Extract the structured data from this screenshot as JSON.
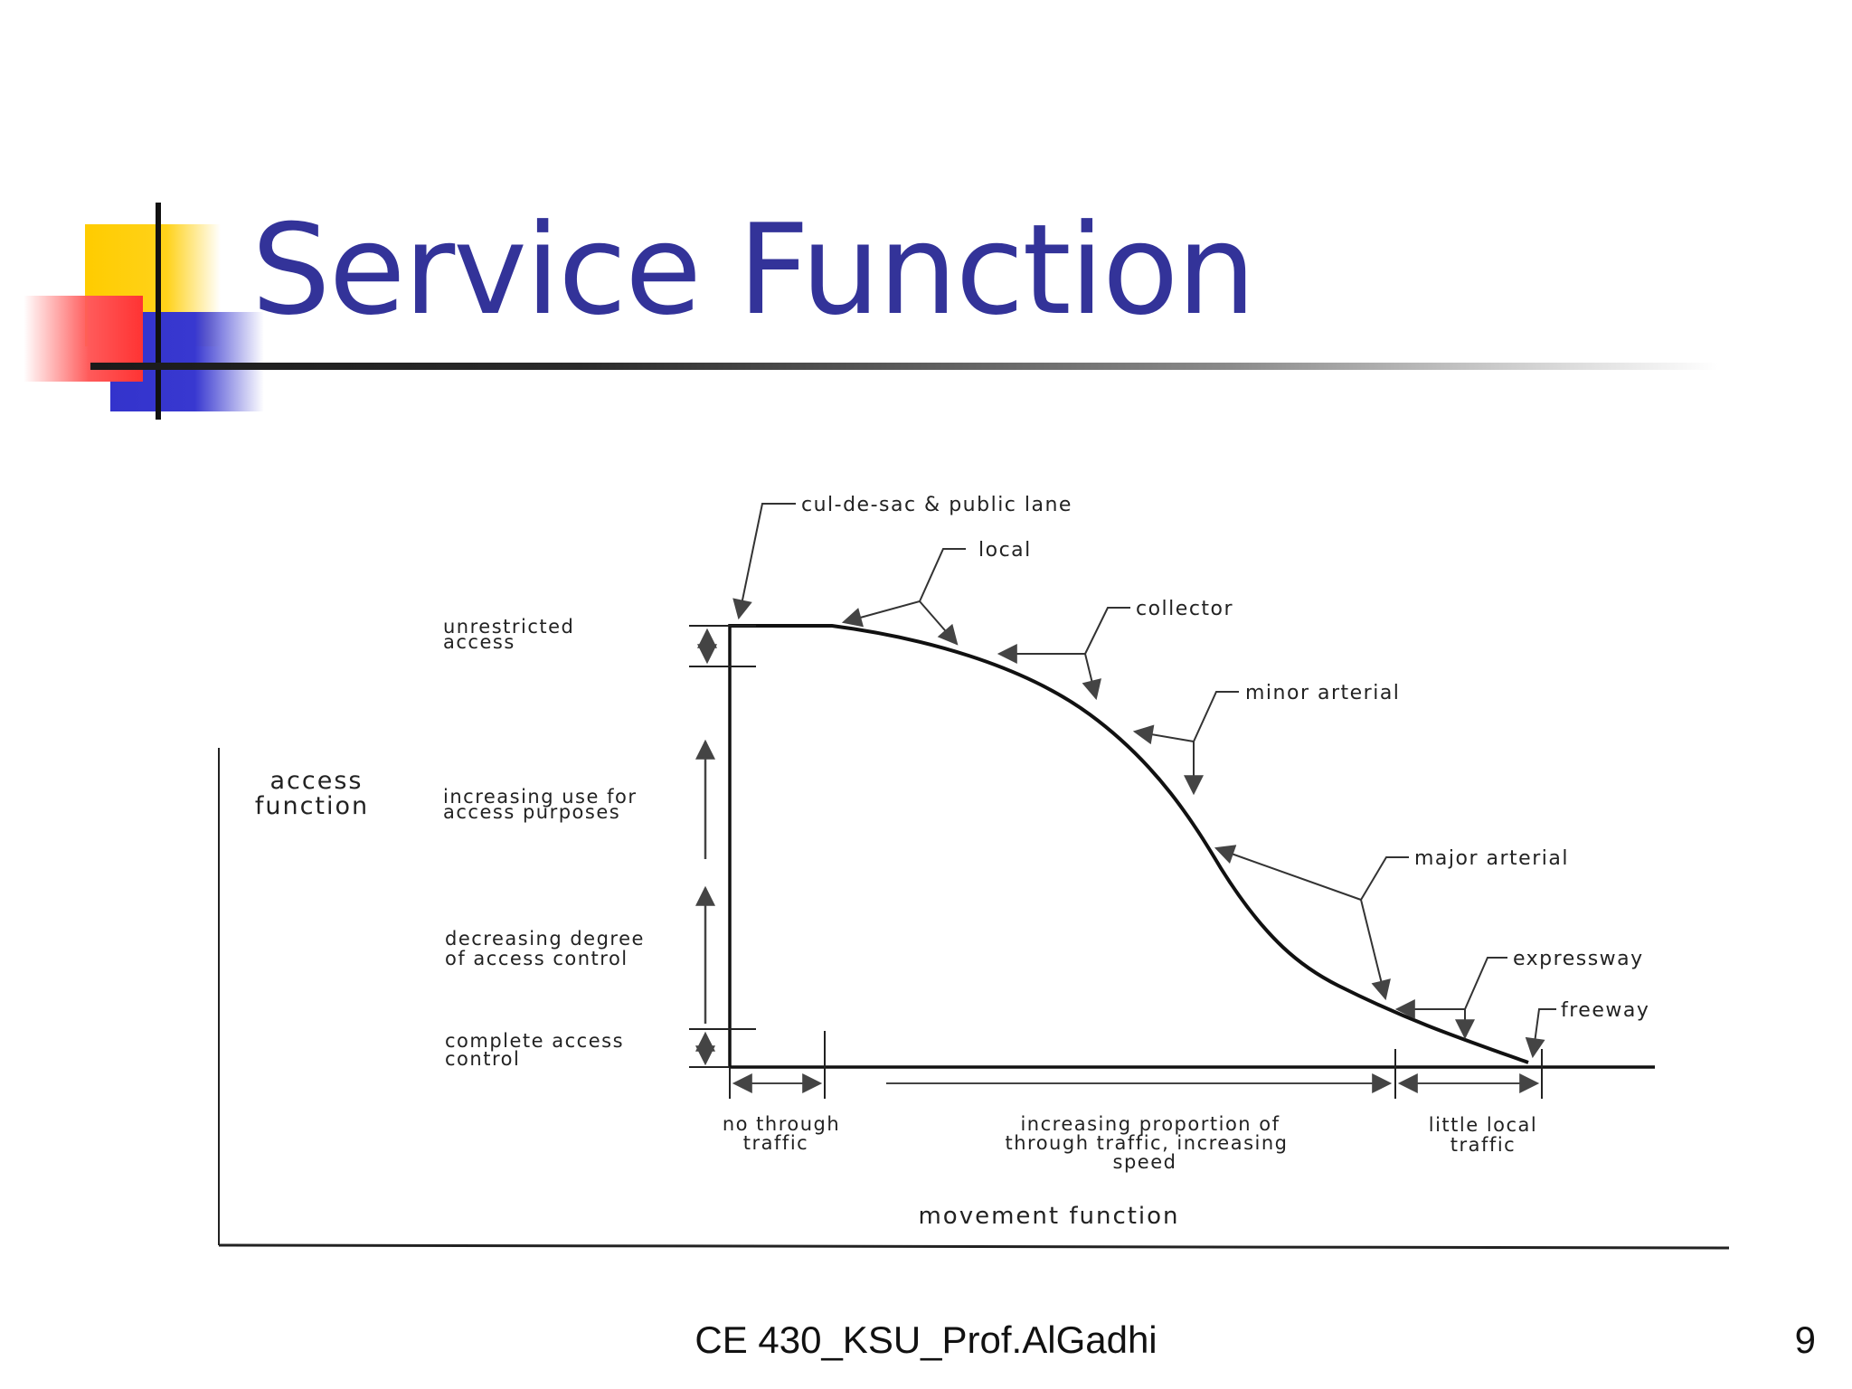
{
  "slide": {
    "title": "Service Function",
    "footer": "CE 430_KSU_Prof.AlGadhi",
    "page_number": "9"
  },
  "colors": {
    "title": "#333399",
    "accent_yellow": "#FFCC00",
    "accent_red": "#FF3333",
    "accent_blue": "#3333CC"
  },
  "diagram": {
    "left_axis": {
      "label_line1": "access",
      "label_line2": "function",
      "levels": [
        {
          "line1": "unrestricted",
          "line2": "access"
        },
        {
          "line1": "increasing use for",
          "line2": "access purposes"
        },
        {
          "line1": "decreasing degree",
          "line2": "of access control"
        },
        {
          "line1": "complete access",
          "line2": "control"
        }
      ]
    },
    "bottom_axis": {
      "label": "movement function",
      "segments": [
        {
          "line1": "no through",
          "line2": "traffic",
          "line3": ""
        },
        {
          "line1": "increasing proportion of",
          "line2": "through traffic, increasing",
          "line3": "speed"
        },
        {
          "line1": "little local",
          "line2": "traffic",
          "line3": ""
        }
      ]
    },
    "road_classes": [
      {
        "label": "cul-de-sac & public lane"
      },
      {
        "label": "local"
      },
      {
        "label": "collector"
      },
      {
        "label": "minor arterial"
      },
      {
        "label": "major arterial"
      },
      {
        "label": "expressway"
      },
      {
        "label": "freeway"
      }
    ]
  }
}
